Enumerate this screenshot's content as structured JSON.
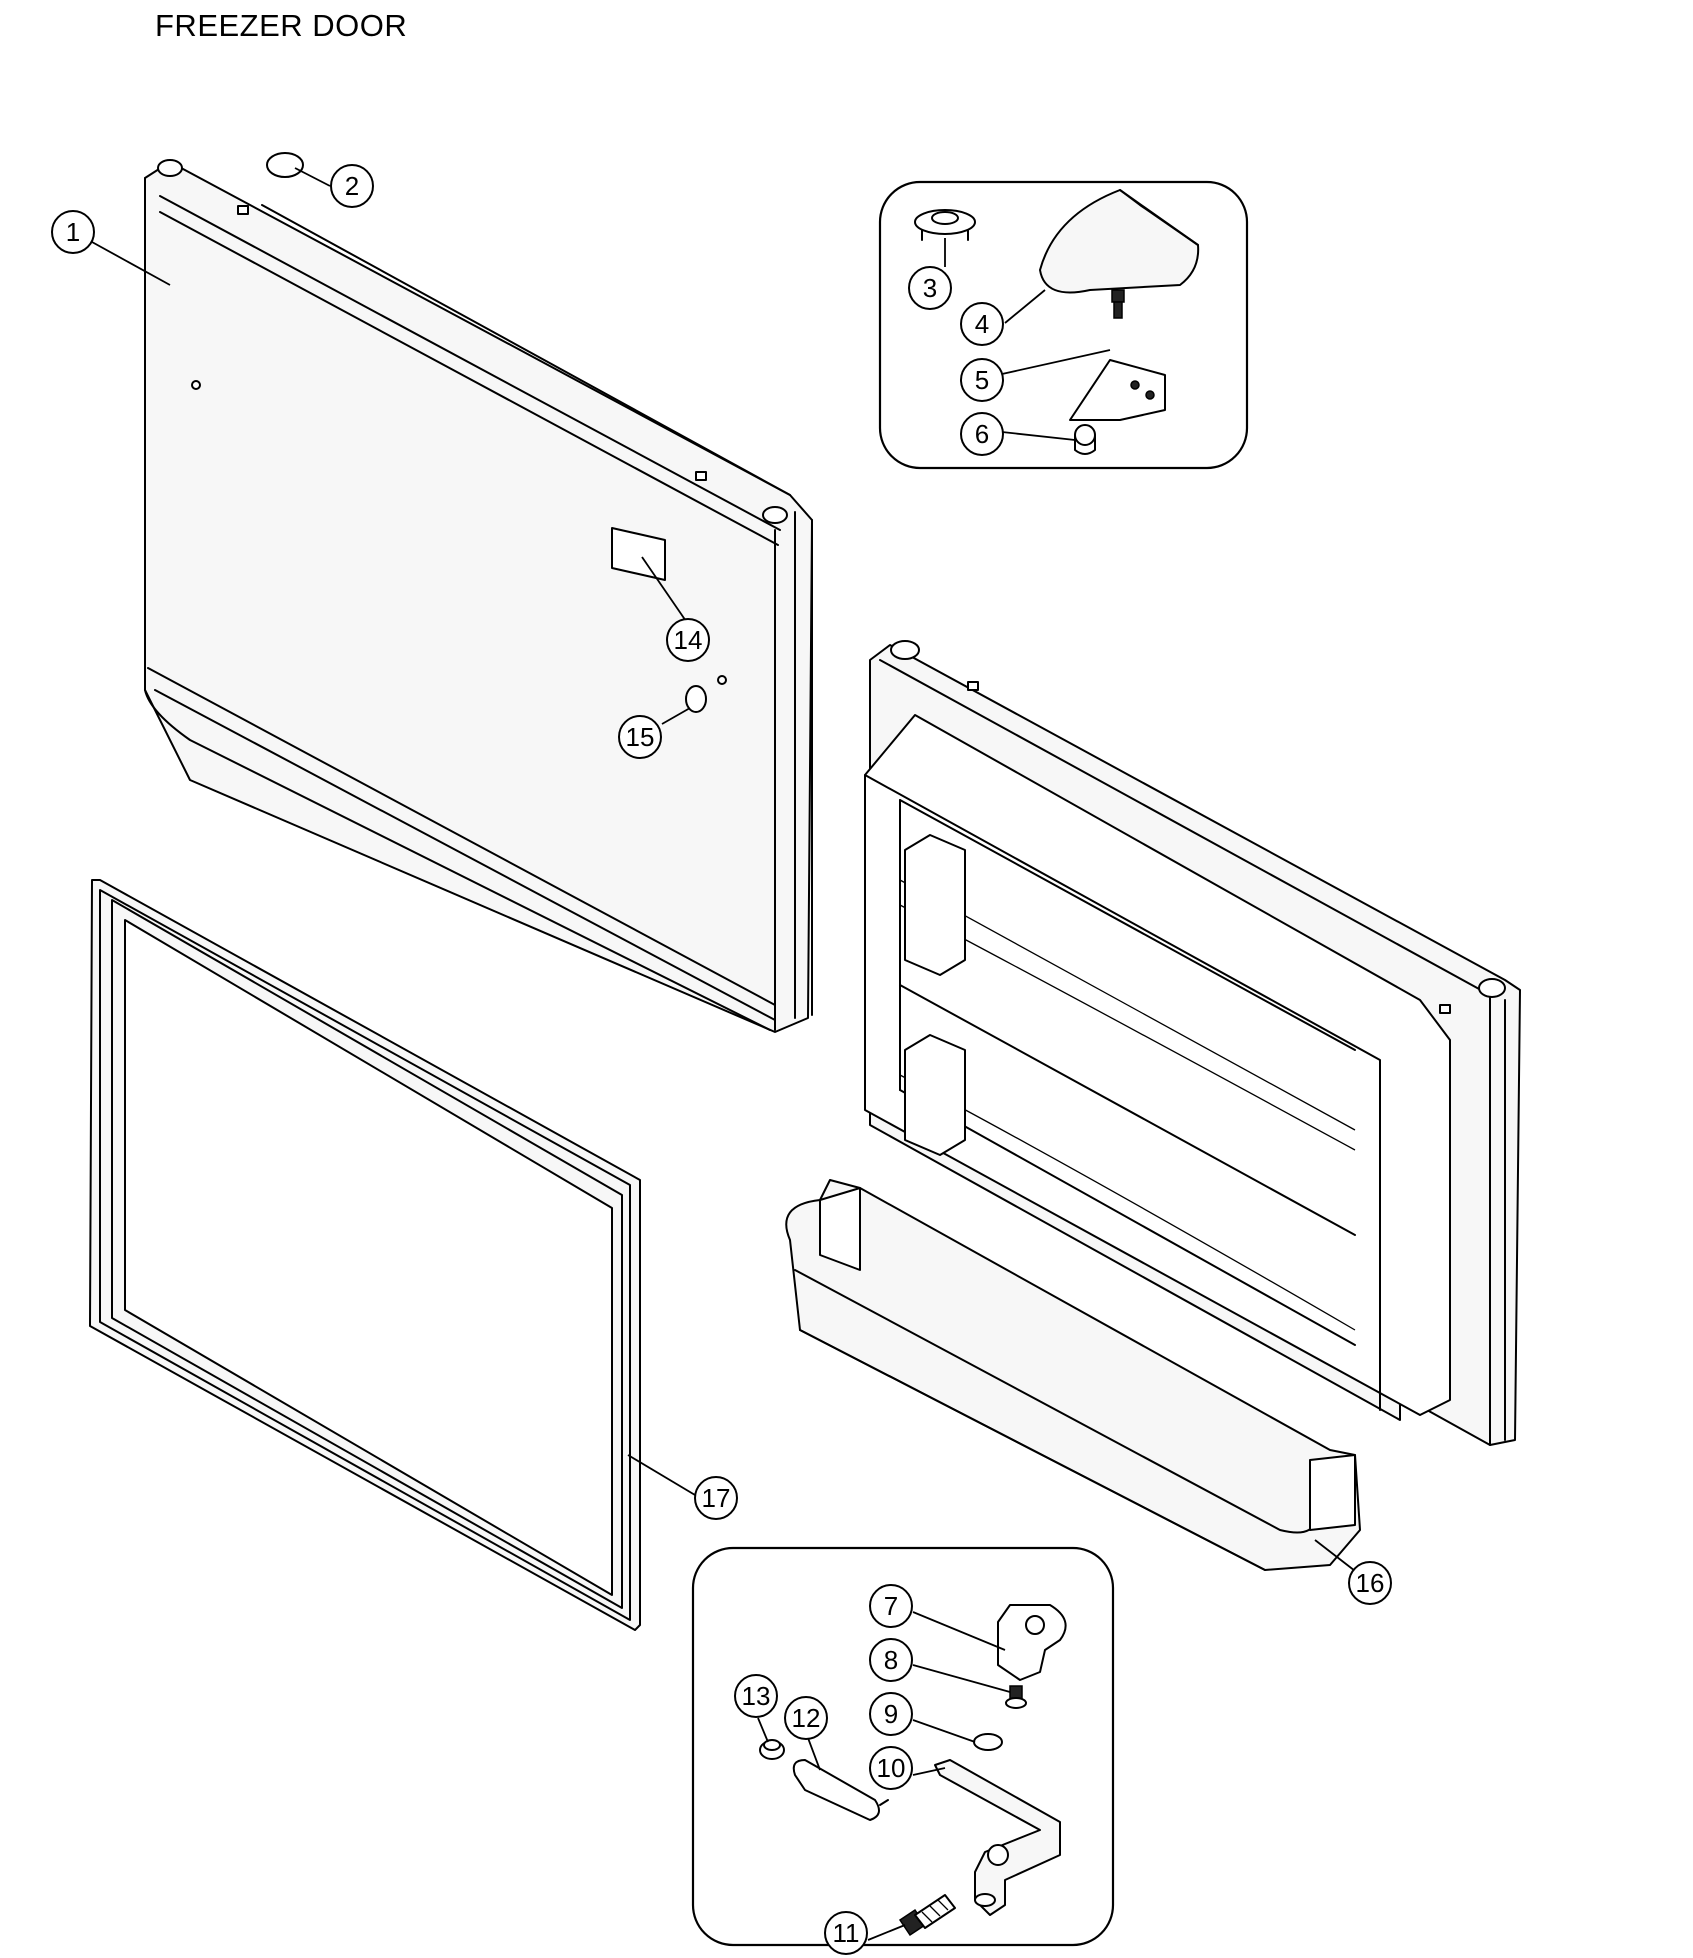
{
  "title": "FREEZER DOOR",
  "callouts": [
    "1",
    "2",
    "3",
    "4",
    "5",
    "6",
    "7",
    "8",
    "9",
    "10",
    "11",
    "12",
    "13",
    "14",
    "15",
    "16",
    "17"
  ]
}
